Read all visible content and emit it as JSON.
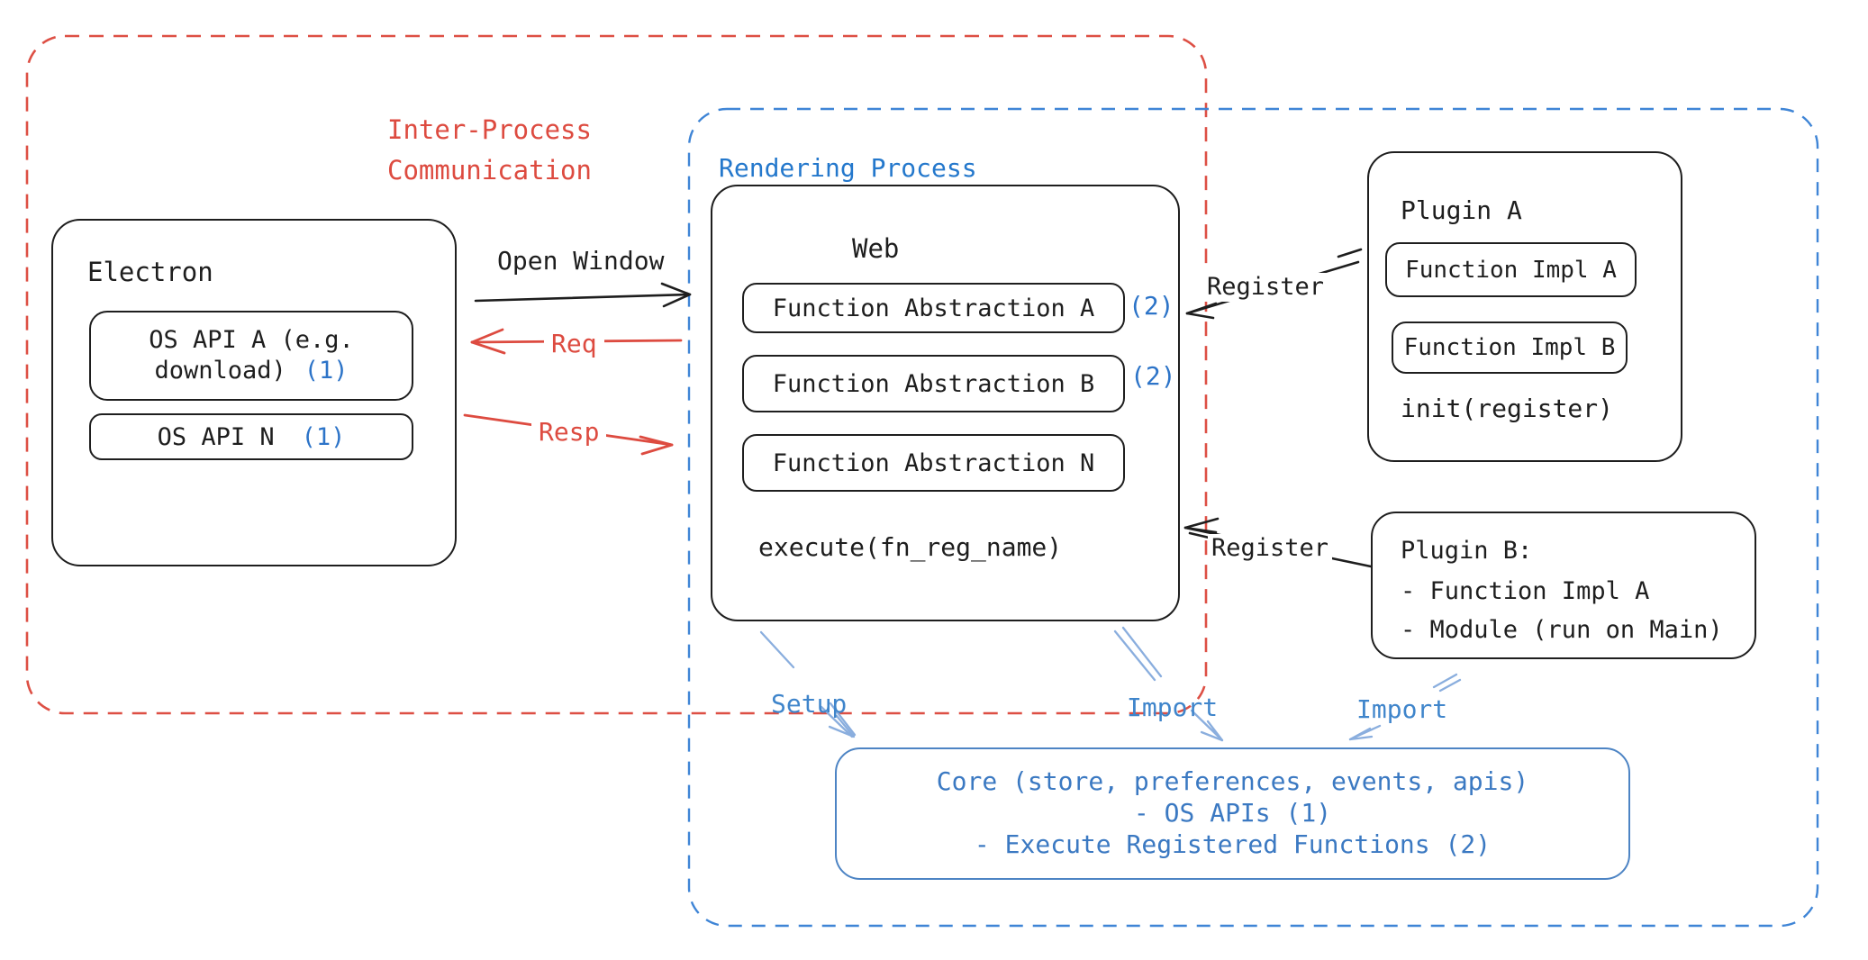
{
  "colors": {
    "ink": "#1e1e1e",
    "red": "#dd4b40",
    "blue": "#2478cc",
    "num_blue": "#2d74c8",
    "core_text": "#3b79c2",
    "core_border": "#4d84c4",
    "arrow_blue": "#8aaede",
    "label_blue": "#3f85cb",
    "red_dash": "#dd4f44",
    "blue_dash": "#3f85d6"
  },
  "boundaries": {
    "ipc": {
      "line1": "Inter-Process",
      "line2": "Communication"
    },
    "rendering": {
      "label": "Rendering Process"
    }
  },
  "electron": {
    "title": "Electron",
    "api_a": {
      "line1": "OS API A (e.g.",
      "line2": "download)",
      "num": "(1)"
    },
    "api_n": {
      "label": "OS API N",
      "num": "(1)"
    }
  },
  "web": {
    "title": "Web",
    "fn_a": {
      "label": "Function Abstraction A",
      "num": "(2)"
    },
    "fn_b": {
      "label": "Function Abstraction B",
      "num": "(2)"
    },
    "fn_n": {
      "label": "Function Abstraction N"
    },
    "execute": "execute(fn_reg_name)"
  },
  "plugin_a": {
    "title": "Plugin A",
    "impl_a": "Function Impl A",
    "impl_b": "Function Impl B",
    "init": "init(register)"
  },
  "plugin_b": {
    "title": "Plugin B:",
    "item1": "- Function Impl A",
    "item2": "- Module (run on Main)"
  },
  "core": {
    "line1": "Core (store, preferences, events, apis)",
    "line2": "- OS APIs (1)",
    "line3": "- Execute Registered Functions (2)"
  },
  "arrows": {
    "open_window": "Open Window",
    "req": "Req",
    "resp": "Resp",
    "register_top": "Register",
    "register_bottom": "Register",
    "setup": "Setup",
    "import_center": "Import",
    "import_right": "Import"
  }
}
